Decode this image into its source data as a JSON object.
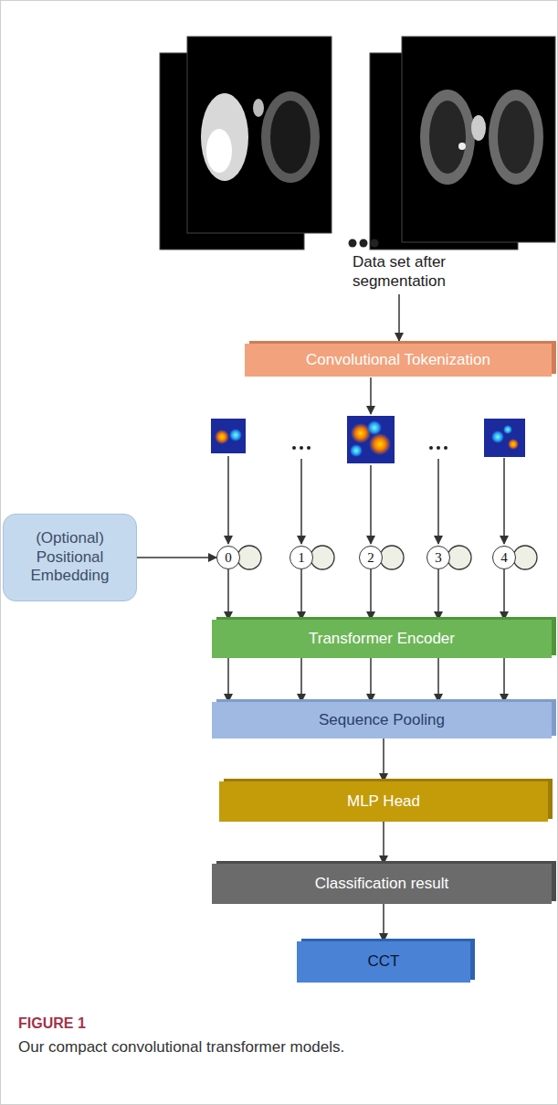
{
  "diagram": {
    "caption": "Our compact convolutional transformer models.",
    "nodes": [
      {
        "text": [
          "Convolutional Tokenization"
        ]
      },
      {
        "text": [
          "(Optional) Positional Embedding"
        ]
      },
      {
        "text": [
          "0"
        ]
      },
      {
        "text": [
          "1"
        ]
      },
      {
        "text": [
          "2"
        ]
      },
      {
        "text": [
          "3"
        ]
      },
      {
        "text": [
          "4"
        ]
      },
      {
        "text": [
          "Transformer Encoder"
        ]
      },
      {
        "text": [
          "Sequence Pooling"
        ]
      },
      {
        "text": [
          "MLP Head"
        ]
      },
      {
        "text": [
          "Classification result"
        ]
      },
      {
        "text": [
          "CCT"
        ]
      }
    ],
    "edges": [
      {
        "from": 1,
        "to": 2,
        "arrow": "to"
      },
      {
        "from": 2,
        "to": 7,
        "arrow": "to"
      },
      {
        "from": 3,
        "to": 7,
        "arrow": "to"
      },
      {
        "from": 4,
        "to": 7,
        "arrow": "to"
      },
      {
        "from": 5,
        "to": 7,
        "arrow": "to"
      },
      {
        "from": 6,
        "to": 7,
        "arrow": "to"
      },
      {
        "from": 7,
        "to": 8,
        "arrow": "to"
      },
      {
        "from": 7,
        "to": 8,
        "arrow": "to"
      },
      {
        "from": 7,
        "to": 8,
        "arrow": "to"
      },
      {
        "from": 7,
        "to": 8,
        "arrow": "to"
      },
      {
        "from": 7,
        "to": 8,
        "arrow": "to"
      },
      {
        "from": 8,
        "to": 9,
        "arrow": "to"
      },
      {
        "from": 9,
        "to": 10,
        "arrow": "to"
      },
      {
        "from": 10,
        "to": 11,
        "arrow": "to"
      }
    ],
    "labels": [
      "Data set after segmentation",
      "FIGURE 1"
    ]
  }
}
